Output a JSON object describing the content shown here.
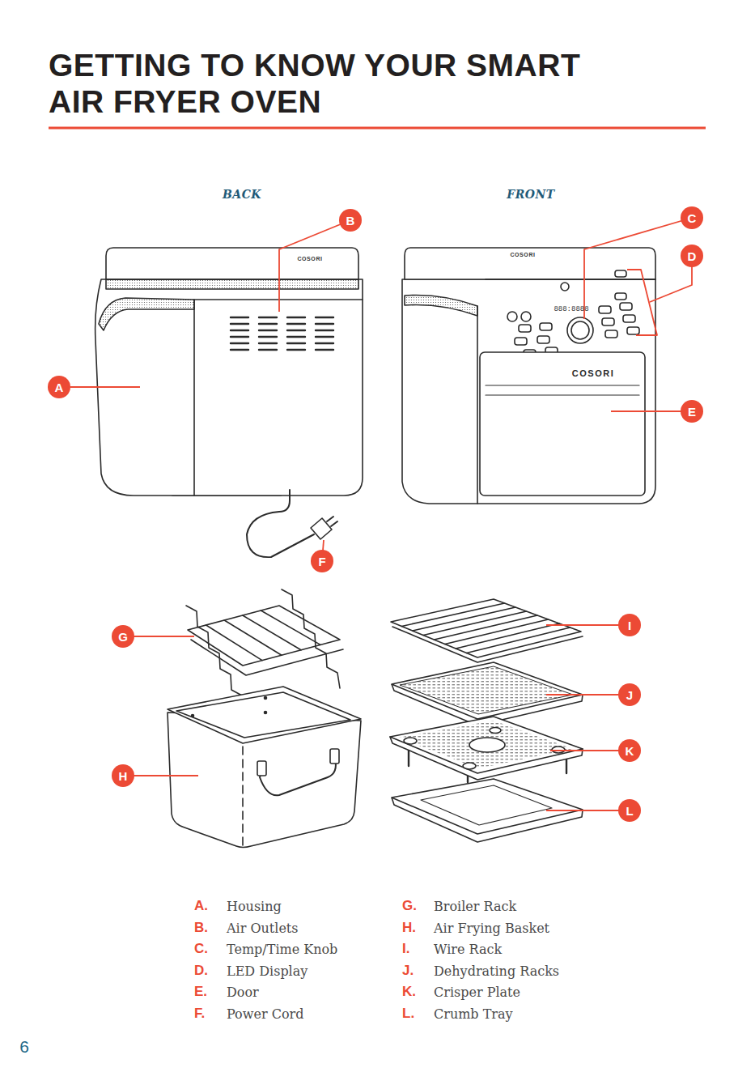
{
  "diagram": {
    "title": "GETTING TO KNOW YOUR SMART AIR FRYER OVEN",
    "nodes": [
      {
        "text": [
          "A"
        ]
      },
      {
        "text": [
          "B"
        ]
      },
      {
        "text": [
          "C"
        ]
      },
      {
        "text": [
          "D"
        ]
      },
      {
        "text": [
          "E"
        ]
      },
      {
        "text": [
          "F"
        ]
      },
      {
        "text": [
          "G"
        ]
      },
      {
        "text": [
          "H"
        ]
      },
      {
        "text": [
          "I"
        ]
      },
      {
        "text": [
          "J"
        ]
      },
      {
        "text": [
          "K"
        ]
      },
      {
        "text": [
          "L"
        ]
      }
    ],
    "labels": [
      "BACK",
      "FRONT",
      "COSORI",
      "COSORI",
      "888:8888",
      "COSORI",
      "A.",
      "Housing",
      "B.",
      "Air Outlets",
      "C.",
      "Temp/Time Knob",
      "D.",
      "LED Display",
      "E.",
      "Door",
      "F.",
      "Power Cord",
      "G.",
      "Broiler Rack",
      "H.",
      "Air Frying Basket",
      "I.",
      "Wire Rack",
      "J.",
      "Dehydrating Racks",
      "K.",
      "Crisper Plate",
      "L.",
      "Crumb Tray",
      "6"
    ]
  }
}
